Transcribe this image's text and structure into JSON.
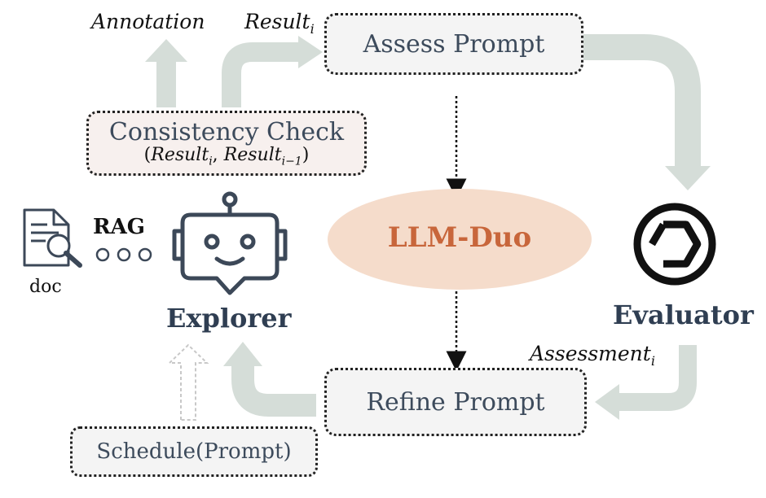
{
  "labels": {
    "annotation": "Annotation",
    "result_i_base": "Result",
    "result_i_sub": "i",
    "assess_prompt": "Assess Prompt",
    "consistency_title": "Consistency Check",
    "consistency_args": {
      "open": "(",
      "r1": "Result",
      "r1_sub": "i",
      "comma": ", ",
      "r2": "Result",
      "r2_sub": "i−1",
      "close": ")"
    },
    "rag": "RAG",
    "doc": "doc",
    "explorer": "Explorer",
    "llm_duo": "LLM-Duo",
    "evaluator": "Evaluator",
    "assessment_base": "Assessment",
    "assessment_sub": "i",
    "refine_prompt": "Refine Prompt",
    "schedule": "Schedule(Prompt)"
  },
  "colors": {
    "arrow_fill": "#d5ddd8",
    "box_border": "#222222",
    "box_text": "#3d4b5c",
    "ellipse_fill": "#f5dccb",
    "center_text": "#c8663b",
    "role_text": "#2f3e52",
    "robot_dark": "#3c4858"
  },
  "icons": [
    "document-search-icon",
    "robot-icon",
    "openai-logo-icon"
  ]
}
